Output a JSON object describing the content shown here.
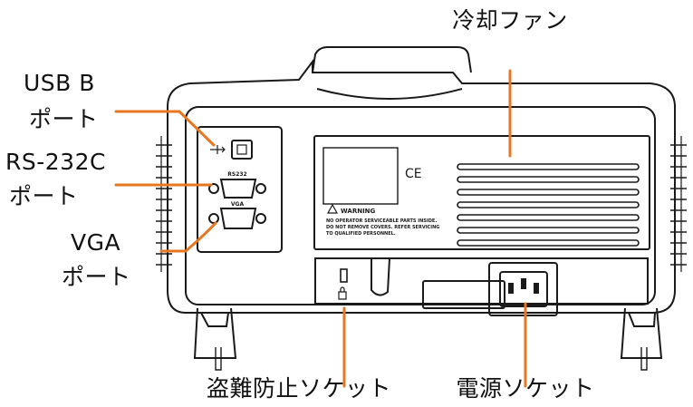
{
  "callouts": {
    "usb_b": {
      "line1": "USB B",
      "line2": "ポート"
    },
    "rs232c": {
      "line1": "RS-232C",
      "line2": "ポート"
    },
    "vga": {
      "line1": "VGA",
      "line2": "ポート"
    },
    "cooling_fan": "冷却ファン",
    "security_slot": "盗難防止ソケット",
    "power_socket": "電源ソケット"
  },
  "panel_marks": {
    "rs232_label": "RS232",
    "vga_label": "VGA",
    "ce_mark": "CE",
    "warning_title": "WARNING",
    "warning_line1": "NO OPERATOR SERVICEABLE PARTS INSIDE.",
    "warning_line2": "DO NOT REMOVE COVERS. REFER SERVICING",
    "warning_line3": "TO QUALIFIED PERSONNEL."
  },
  "colors": {
    "leader_line": "#e87722",
    "outline": "#1a1a1a",
    "text": "#111111"
  }
}
